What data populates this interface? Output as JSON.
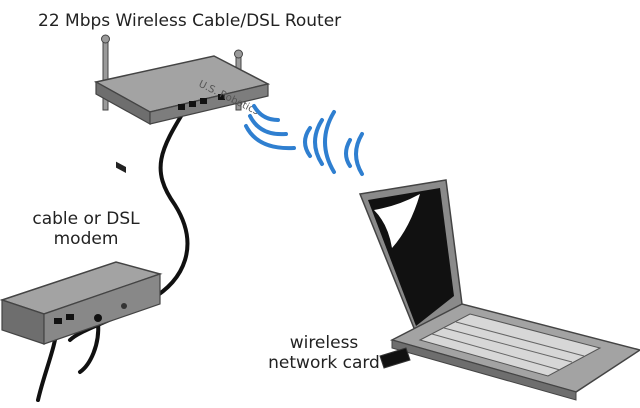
{
  "diagram": {
    "router": {
      "title": "22 Mbps Wireless Cable/DSL Router",
      "brand_text": "U.S. Robotics"
    },
    "modem": {
      "line1": "cable or DSL",
      "line2": "modem"
    },
    "laptop": {
      "line1": "wireless",
      "line2": "network card"
    },
    "colors": {
      "device_body": "#8a8a8a",
      "device_dark": "#4a4a4a",
      "signal_waves": "#2f7fd0",
      "cables": "#111111",
      "screen": "#111111",
      "text": "#222222"
    },
    "icons": [
      "router-icon",
      "modem-icon",
      "laptop-icon",
      "wireless-signal-icon",
      "ethernet-cable-icon"
    ]
  }
}
